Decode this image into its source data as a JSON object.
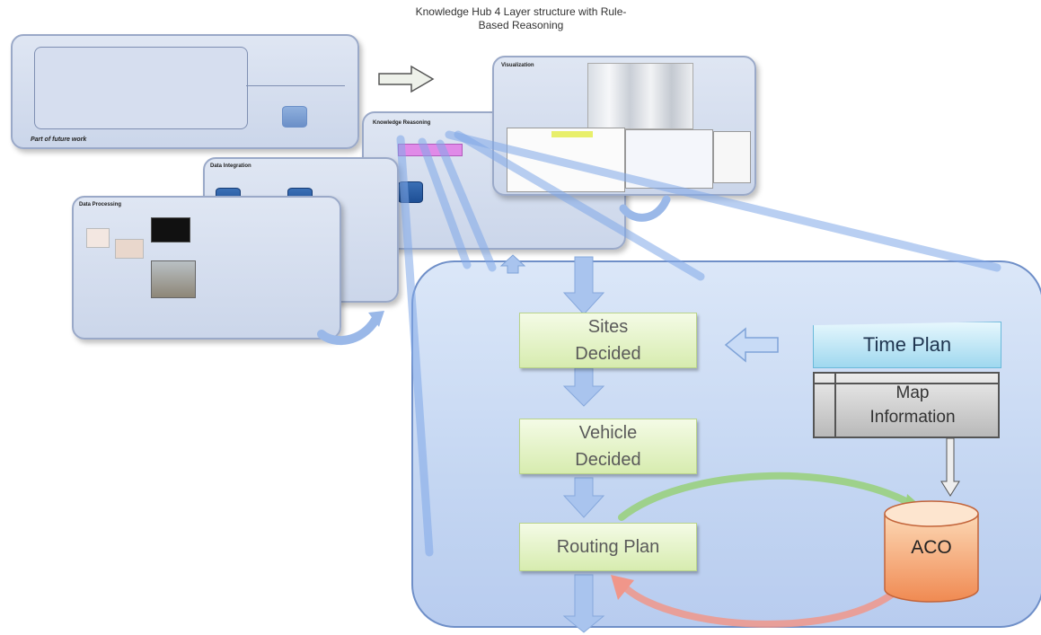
{
  "title": "Knowledge Hub 4 Layer structure with Rule-\nBased Reasoning",
  "title_line1": "Knowledge Hub 4 Layer structure with Rule-",
  "title_line2": "Based Reasoning",
  "panels": {
    "future": {
      "label": "Part of future work"
    },
    "visualization": {
      "label": "Visualization"
    },
    "knowledge_reasoning": {
      "label": "Knowledge Reasoning"
    },
    "data_integration": {
      "label": "Data Integration"
    },
    "data_processing": {
      "label": "Data Processing"
    }
  },
  "flow": {
    "sites": {
      "line1": "Sites",
      "line2": "Decided"
    },
    "vehicle": {
      "line1": "Vehicle",
      "line2": "Decided"
    },
    "routing": {
      "label": "Routing Plan"
    },
    "time_plan": {
      "label": "Time Plan"
    },
    "map_info": {
      "line1": "Map",
      "line2": "Information"
    },
    "aco": {
      "label": "ACO"
    }
  },
  "colors": {
    "panel_border": "#9aa9c8",
    "big_panel": "#c4d6f2",
    "green_box": "#d7ecaf",
    "time_plan": "#9fd8ef",
    "map_info": "#b9b9b9",
    "aco": "#f4a070",
    "arrow_blue": "#a9c4ee",
    "highlight_pink": "#e08ae8"
  }
}
